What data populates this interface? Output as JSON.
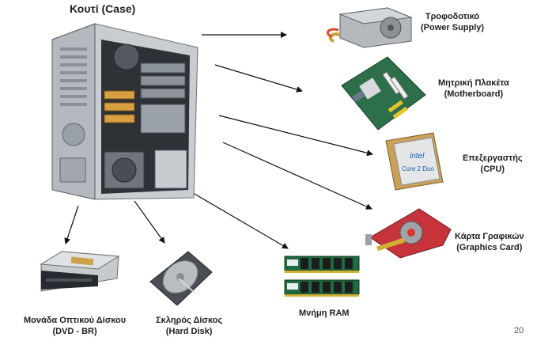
{
  "title": "Κουτί (Case)",
  "components": {
    "power_supply": {
      "line1": "Τροφοδοτικό",
      "line2": "(Power Supply)"
    },
    "motherboard": {
      "line1": "Μητρική Πλακέτα",
      "line2": "(Motherboard)"
    },
    "cpu": {
      "line1": "Επεξεργαστής",
      "line2": "(CPU)",
      "chip_brand": "intel",
      "chip_model": "Core 2 Duo"
    },
    "graphics_card": {
      "line1": "Κάρτα Γραφικών",
      "line2": "(Graphics Card)"
    },
    "ram": {
      "line1": "Μνήμη RAM"
    },
    "hard_disk": {
      "line1": "Σκληρός Δίσκος",
      "line2": "(Hard Disk)"
    },
    "optical_drive": {
      "line1": "Μονάδα Οπτικού Δίσκου",
      "line2": "(DVD - BR)"
    }
  },
  "page_number": "20"
}
